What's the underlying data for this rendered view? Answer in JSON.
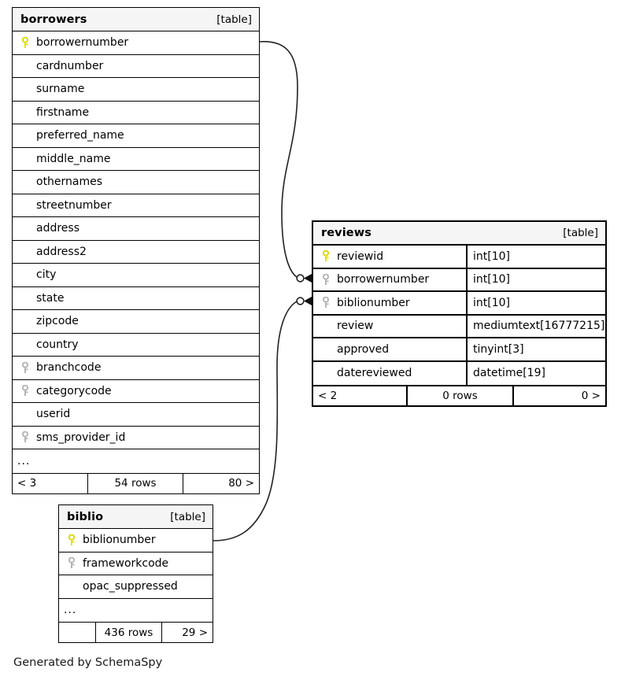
{
  "diagram": {
    "caption": "Generated by SchemaSpy",
    "table_type_label": "[table]",
    "ellipsis": "...",
    "colors": {
      "primary_key": "#e8e800",
      "foreign_key": "#b0b0b0",
      "header_bg": "#f5f5f5",
      "border": "#000000",
      "background": "#ffffff"
    }
  },
  "tables": {
    "borrowers": {
      "name": "borrowers",
      "type_label": "[table]",
      "focal": false,
      "columns": [
        {
          "name": "borrowernumber",
          "key": "primary"
        },
        {
          "name": "cardnumber",
          "key": "none"
        },
        {
          "name": "surname",
          "key": "none"
        },
        {
          "name": "firstname",
          "key": "none"
        },
        {
          "name": "preferred_name",
          "key": "none"
        },
        {
          "name": "middle_name",
          "key": "none"
        },
        {
          "name": "othernames",
          "key": "none"
        },
        {
          "name": "streetnumber",
          "key": "none"
        },
        {
          "name": "address",
          "key": "none"
        },
        {
          "name": "address2",
          "key": "none"
        },
        {
          "name": "city",
          "key": "none"
        },
        {
          "name": "state",
          "key": "none"
        },
        {
          "name": "zipcode",
          "key": "none"
        },
        {
          "name": "country",
          "key": "none"
        },
        {
          "name": "branchcode",
          "key": "foreign"
        },
        {
          "name": "categorycode",
          "key": "foreign"
        },
        {
          "name": "userid",
          "key": "none"
        },
        {
          "name": "sms_provider_id",
          "key": "foreign"
        },
        {
          "name": "...",
          "key": "none",
          "ellipsis": true
        }
      ],
      "footer": {
        "left": "< 3",
        "middle": "54 rows",
        "right": "80 >"
      }
    },
    "reviews": {
      "name": "reviews",
      "type_label": "[table]",
      "focal": true,
      "columns": [
        {
          "name": "reviewid",
          "key": "primary",
          "type": "int[10]"
        },
        {
          "name": "borrowernumber",
          "key": "foreign",
          "type": "int[10]"
        },
        {
          "name": "biblionumber",
          "key": "foreign",
          "type": "int[10]"
        },
        {
          "name": "review",
          "key": "none",
          "type": "mediumtext[16777215]"
        },
        {
          "name": "approved",
          "key": "none",
          "type": "tinyint[3]"
        },
        {
          "name": "datereviewed",
          "key": "none",
          "type": "datetime[19]"
        }
      ],
      "footer": {
        "left": "< 2",
        "middle": "0 rows",
        "right": "0 >"
      }
    },
    "biblio": {
      "name": "biblio",
      "type_label": "[table]",
      "focal": false,
      "columns": [
        {
          "name": "biblionumber",
          "key": "primary"
        },
        {
          "name": "frameworkcode",
          "key": "foreign"
        },
        {
          "name": "opac_suppressed",
          "key": "none"
        },
        {
          "name": "...",
          "key": "none",
          "ellipsis": true
        }
      ],
      "footer": {
        "left": "",
        "middle": "436 rows",
        "right": "29 >"
      }
    }
  },
  "relationships": [
    {
      "from_table": "borrowers",
      "from_column": "borrowernumber",
      "to_table": "reviews",
      "to_column": "borrowernumber",
      "cardinality": "zero-or-many"
    },
    {
      "from_table": "biblio",
      "from_column": "biblionumber",
      "to_table": "reviews",
      "to_column": "biblionumber",
      "cardinality": "zero-or-many"
    }
  ]
}
